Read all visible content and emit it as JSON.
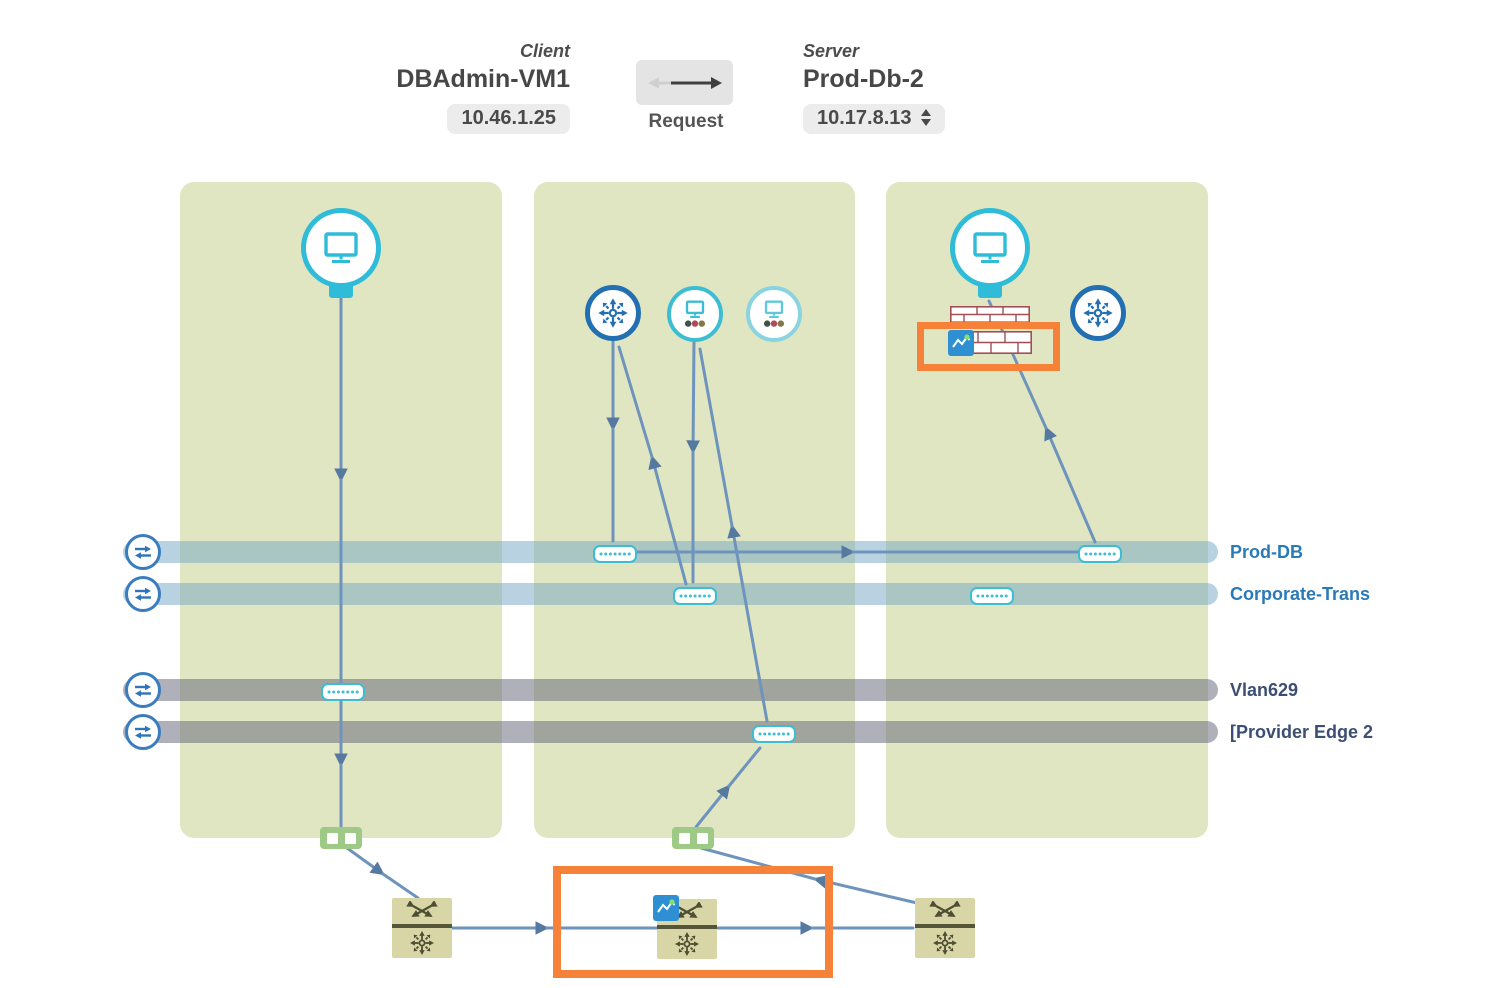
{
  "header": {
    "client": {
      "role_label": "Client",
      "name": "DBAdmin-VM1",
      "ip": "10.46.1.25"
    },
    "direction": {
      "label": "Request"
    },
    "server": {
      "role_label": "Server",
      "name": "Prod-Db-2",
      "ip": "10.17.8.13"
    }
  },
  "networks": [
    {
      "label": "Prod-DB",
      "kind": "l2-segment",
      "band_color": "#a9c6d6",
      "label_color": "#2b7ab8"
    },
    {
      "label": "Corporate-Trans",
      "kind": "l2-segment",
      "band_color": "#a9c6d6",
      "label_color": "#2b7ab8"
    },
    {
      "label": "Vlan629",
      "kind": "vlan",
      "band_color": "#adadbc",
      "label_color": "#3c4e74"
    },
    {
      "label": "[Provider Edge 2",
      "kind": "vlan",
      "band_color": "#adadbc",
      "label_color": "#3c4e74"
    }
  ],
  "icons": {
    "vm": "monitor-in-cyan-circle",
    "router": "eight-arrow-snowflake-in-blue-circle",
    "vm_group": "monitor-with-three-status-dots-in-cyan-circle",
    "l2_network": "bidirectional-arrows-in-blue-circle",
    "firewall": "brick-wall-row",
    "metrics_badge": "blue-square-with-white-sparkline-and-green-dot",
    "physical_switch": "olive-square-crossed-arrows-over-snowflake",
    "port_connector": "green-tab-with-two-white-ports"
  },
  "colors": {
    "panel_fill": "#e1e6c2",
    "path_line": "#6e94bd",
    "arrowhead": "#56799f",
    "highlight_orange": "#f58238",
    "vm_accent": "#2ebcd8",
    "router_accent": "#2270b2",
    "switch_fill": "#d8d5a6",
    "switch_glyph": "#4e4e33",
    "firewall_brick": "#a04f55",
    "connector_green": "#9fc987",
    "badge_blue": "#2e8fd3",
    "chip_bg": "#ececec"
  }
}
